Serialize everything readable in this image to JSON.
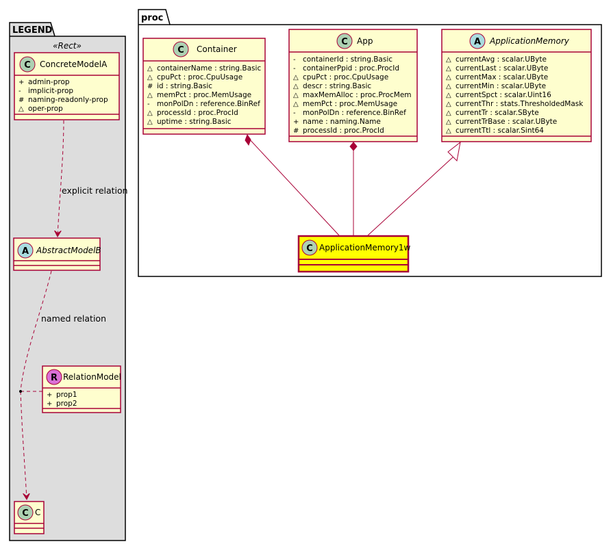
{
  "legend": {
    "title": "LEGEND",
    "stereotype": "«Rect»",
    "concrete_model": {
      "name": "ConcreteModelA",
      "letter": "C",
      "attributes": [
        {
          "vis": "+",
          "text": "admin-prop"
        },
        {
          "vis": "-",
          "text": "implicit-prop"
        },
        {
          "vis": "#",
          "text": "naming-readonly-prop"
        },
        {
          "vis": "~",
          "text": "oper-prop"
        }
      ]
    },
    "explicit_relation_label": "explicit relation",
    "abstract_model": {
      "name": "AbstractModelB",
      "letter": "A"
    },
    "named_relation_label": "named relation",
    "relation_model": {
      "name": "RelationModel",
      "letter": "R",
      "attributes": [
        {
          "vis": "+",
          "text": "prop1"
        },
        {
          "vis": "+",
          "text": "prop2"
        }
      ]
    },
    "c_class": {
      "name": "C",
      "letter": "C"
    }
  },
  "proc": {
    "title": "proc",
    "container": {
      "name": "Container",
      "letter": "C",
      "attributes": [
        {
          "vis": "~",
          "text": "containerName : string.Basic"
        },
        {
          "vis": "~",
          "text": "cpuPct : proc.CpuUsage"
        },
        {
          "vis": "#",
          "text": "id : string.Basic"
        },
        {
          "vis": "~",
          "text": "memPct : proc.MemUsage"
        },
        {
          "vis": "-",
          "text": "monPolDn : reference.BinRef"
        },
        {
          "vis": "~",
          "text": "processId : proc.ProcId"
        },
        {
          "vis": "~",
          "text": "uptime : string.Basic"
        }
      ]
    },
    "app": {
      "name": "App",
      "letter": "C",
      "attributes": [
        {
          "vis": "-",
          "text": "containerId : string.Basic"
        },
        {
          "vis": "-",
          "text": "containerPpid : proc.ProcId"
        },
        {
          "vis": "~",
          "text": "cpuPct : proc.CpuUsage"
        },
        {
          "vis": "~",
          "text": "descr : string.Basic"
        },
        {
          "vis": "~",
          "text": "maxMemAlloc : proc.ProcMem"
        },
        {
          "vis": "~",
          "text": "memPct : proc.MemUsage"
        },
        {
          "vis": "-",
          "text": "monPolDn : reference.BinRef"
        },
        {
          "vis": "+",
          "text": "name : naming.Name"
        },
        {
          "vis": "#",
          "text": "processId : proc.ProcId"
        }
      ]
    },
    "application_memory": {
      "name": "ApplicationMemory",
      "letter": "A",
      "attributes": [
        {
          "vis": "~",
          "text": "currentAvg : scalar.UByte"
        },
        {
          "vis": "~",
          "text": "currentLast : scalar.UByte"
        },
        {
          "vis": "~",
          "text": "currentMax : scalar.UByte"
        },
        {
          "vis": "~",
          "text": "currentMin : scalar.UByte"
        },
        {
          "vis": "~",
          "text": "currentSpct : scalar.Uint16"
        },
        {
          "vis": "~",
          "text": "currentThr : stats.ThresholdedMask"
        },
        {
          "vis": "~",
          "text": "currentTr : scalar.SByte"
        },
        {
          "vis": "~",
          "text": "currentTrBase : scalar.UByte"
        },
        {
          "vis": "~",
          "text": "currentTtl : scalar.Sint64"
        }
      ]
    },
    "application_memory_1w": {
      "name": "ApplicationMemory1w",
      "letter": "C"
    }
  },
  "colors": {
    "class_fill": "#FEFECE",
    "class_border": "#A80036",
    "highlight_fill": "#FFFF00",
    "legend_fill": "#DDDDDD",
    "circle_c": "#ADD1B2",
    "circle_a": "#A9DCDF",
    "circle_r": "#DA70D6"
  }
}
